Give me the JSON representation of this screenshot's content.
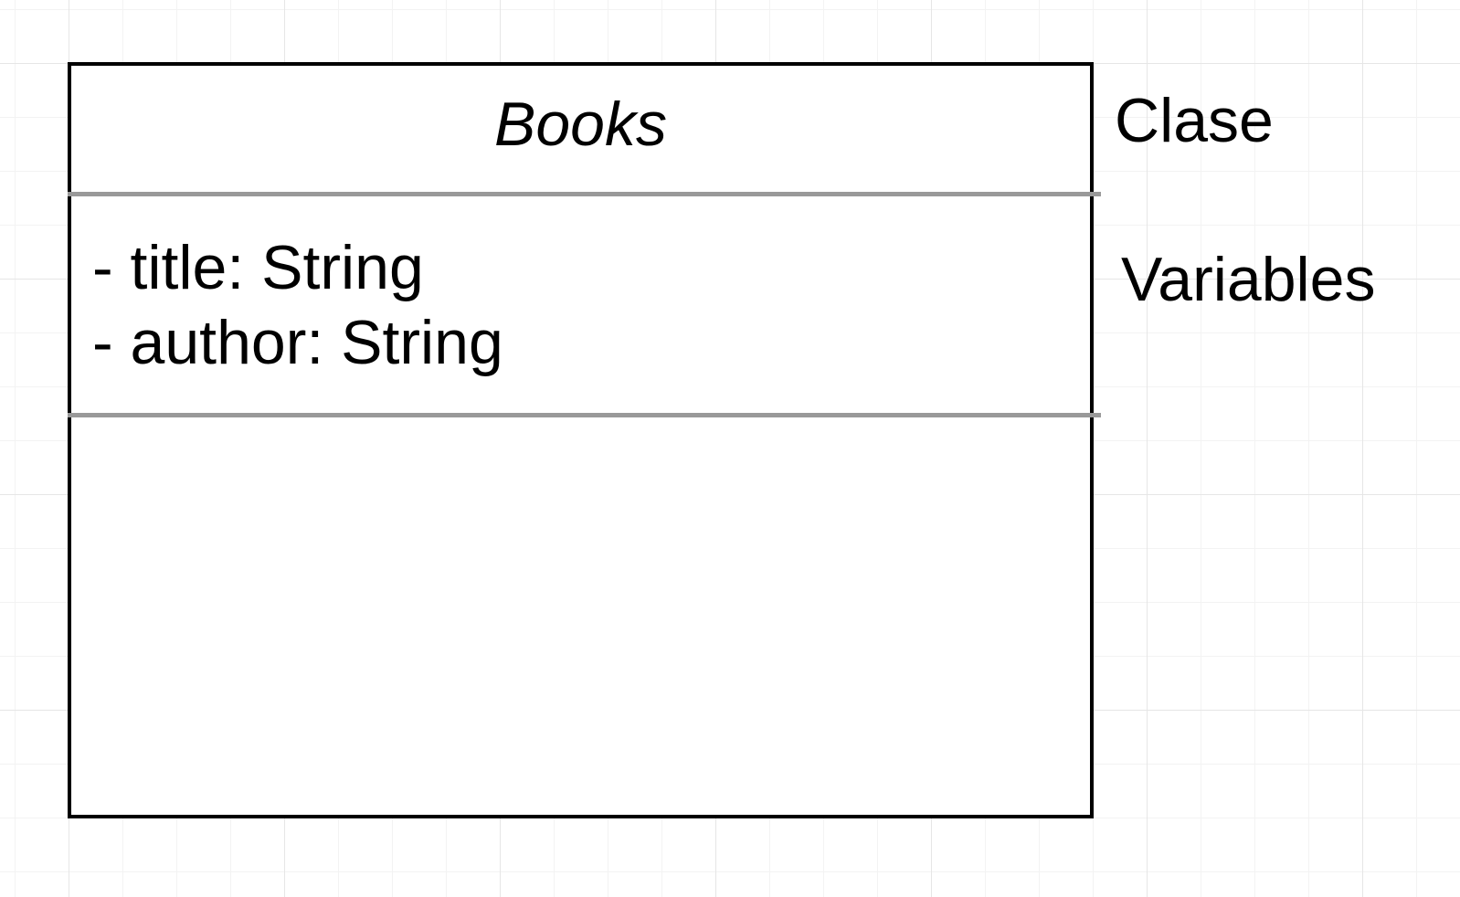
{
  "diagram": {
    "class_name": "Books",
    "attributes": [
      "- title: String",
      "- author: String"
    ],
    "methods": [],
    "labels": {
      "class_label": "Clase",
      "variables_label": "Variables"
    },
    "colors": {
      "border": "#000000",
      "divider": "#999999",
      "grid": "#e6e6e6"
    }
  }
}
